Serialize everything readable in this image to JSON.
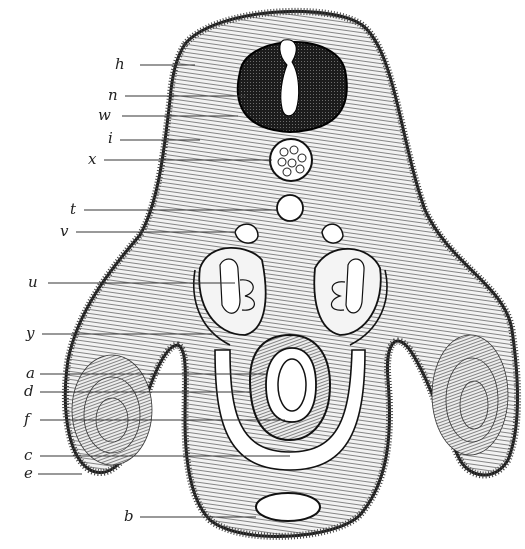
{
  "colors": {
    "ink": "#1a1a1a",
    "tissue": "#e8e8e8",
    "paper": "#ffffff",
    "dark": "#151515"
  },
  "labels": {
    "h": "h",
    "n": "n",
    "w": "w",
    "i": "i",
    "x": "x",
    "t": "t",
    "v": "v",
    "u": "u",
    "y": "y",
    "a": "a",
    "d": "d",
    "f": "f",
    "c": "c",
    "e": "e",
    "b": "b"
  }
}
